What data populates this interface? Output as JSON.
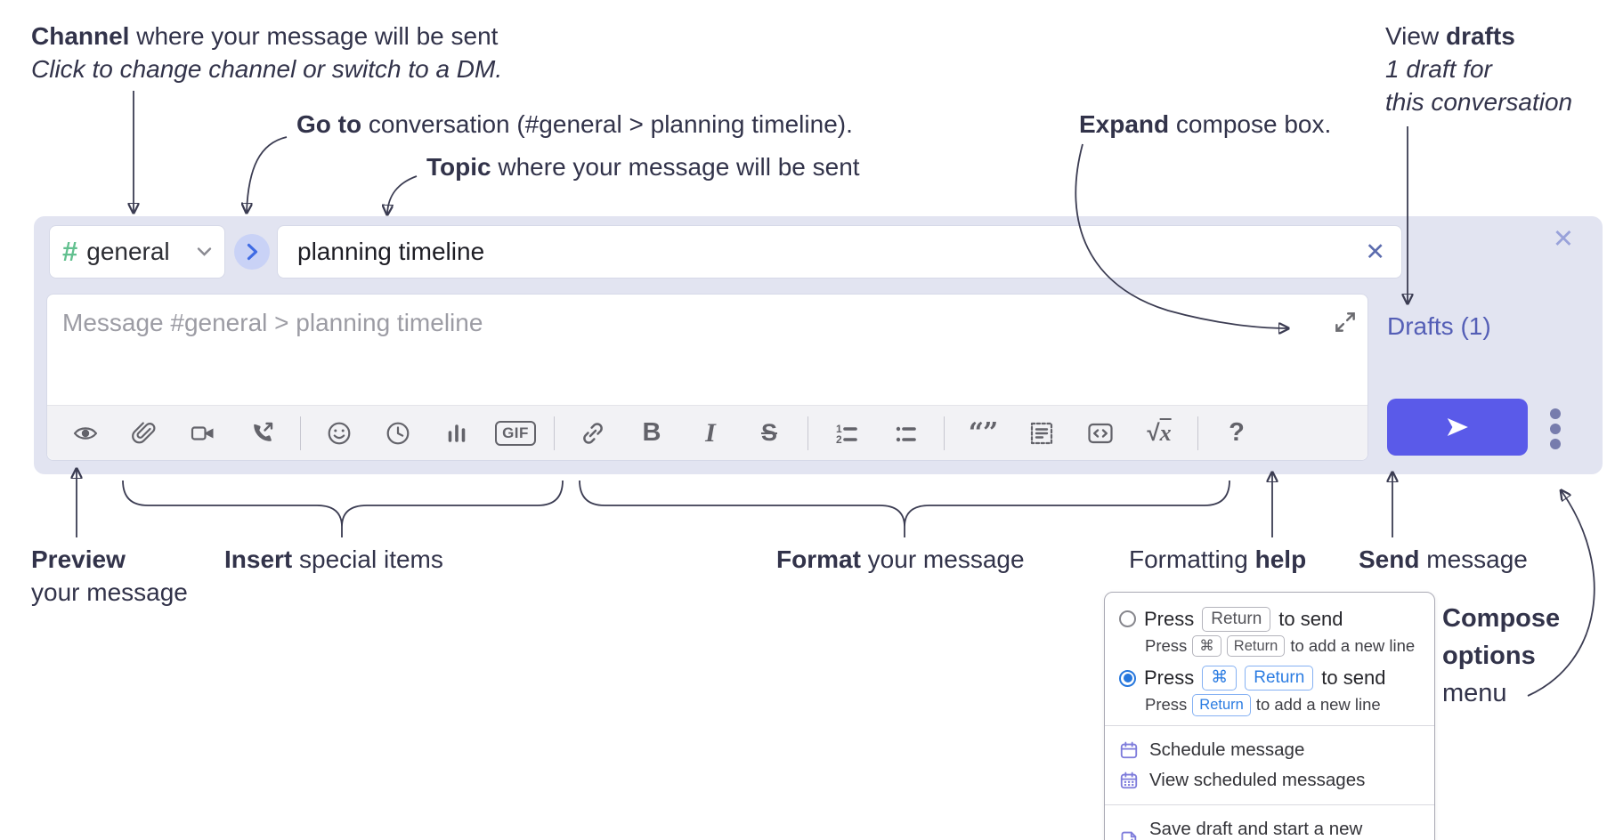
{
  "colors": {
    "accent_send": "#5a5ae9",
    "compose_bg": "#e2e4f1",
    "drafts_link": "#545eb6",
    "channel_hash_green": "#62c08f",
    "goto_circle_bg": "#c9d2f6",
    "goto_chevron_blue": "#3f6be4",
    "kbd_blue": "#2b7ce2",
    "radio_selected_blue": "#2677dd",
    "menu_icon_purple": "#7d7bdb",
    "annotation_text": "#32334a",
    "toolbar_icon_gray": "#63636a"
  },
  "annotations": {
    "channel": {
      "bold": "Channel",
      "rest": " where your message will be sent",
      "sub": "Click to change channel or switch to a DM."
    },
    "goto": {
      "bold": "Go to",
      "rest": " conversation (#general > planning timeline)."
    },
    "topic": {
      "bold": "Topic",
      "rest": " where your message will be sent"
    },
    "expand": {
      "bold": "Expand",
      "rest": " compose box."
    },
    "drafts": {
      "line1_pre": "View ",
      "line1_bold": "drafts",
      "line2": "1 draft for",
      "line3": "this conversation"
    },
    "preview": {
      "bold": "Preview",
      "line2": "your message"
    },
    "insert": {
      "bold": "Insert",
      "rest": " special items"
    },
    "format": {
      "bold": "Format",
      "rest": " your message"
    },
    "help": {
      "pre": "Formatting ",
      "bold": "help"
    },
    "send": {
      "bold": "Send",
      "rest": " message"
    },
    "compose_options": {
      "line1": "Compose",
      "line2": "options",
      "line3": "menu"
    }
  },
  "compose": {
    "channel_selector": {
      "hash": "#",
      "label": "general"
    },
    "topic": {
      "value": "planning timeline"
    },
    "message": {
      "placeholder": "Message #general > planning timeline"
    },
    "drafts_link": "Drafts (1)",
    "close_glyph": "✕",
    "clear_glyph": "✕",
    "toolbar": {
      "icons": [
        "preview-eye",
        "attach-paperclip",
        "video-call",
        "voice-call",
        "emoji",
        "time",
        "poll",
        "gif",
        "link",
        "bold",
        "italic",
        "strikethrough",
        "numbered-list",
        "bulleted-list",
        "quote",
        "spoiler",
        "code",
        "math",
        "help"
      ],
      "glyphs": {
        "bold": "B",
        "italic": "I",
        "strike": "S",
        "quote": "“”",
        "gif": "GIF",
        "math_root": "√",
        "math_x": "x",
        "help": "?"
      }
    }
  },
  "options_menu": {
    "radio_options": [
      {
        "selected": false,
        "row": {
          "pre": "Press",
          "key1": "Return",
          "post": "to send"
        },
        "sub": {
          "pre": "Press",
          "key1": "⌘",
          "key2": "Return",
          "post": "to add a new line"
        }
      },
      {
        "selected": true,
        "row": {
          "pre": "Press",
          "key1": "⌘",
          "key2": "Return",
          "post": "to send"
        },
        "sub": {
          "pre": "Press",
          "key1": "Return",
          "post": "to add a new line"
        }
      }
    ],
    "items": [
      {
        "icon": "calendar-icon",
        "label": "Schedule message"
      },
      {
        "icon": "calendar-grid-icon",
        "label": "View scheduled messages"
      },
      {
        "icon": "save-draft-icon",
        "label": "Save draft and start a new message"
      }
    ]
  }
}
